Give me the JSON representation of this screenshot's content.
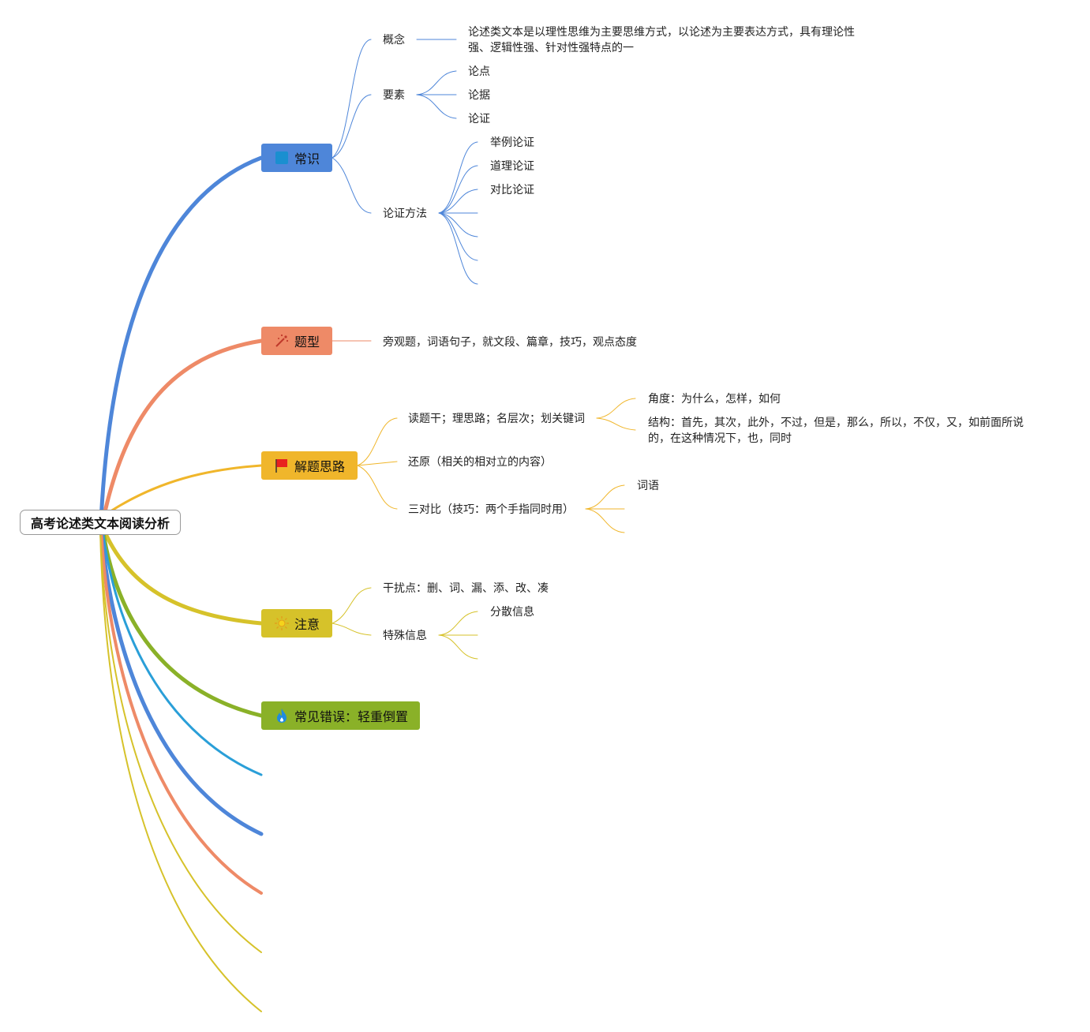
{
  "root": {
    "label": "高考论述类文本阅读分析"
  },
  "colors": {
    "blue": "#4e86d9",
    "orange": "#ee8a67",
    "yellow": "#f0b62b",
    "olive": "#d6c22a",
    "green": "#8ab128",
    "cyan": "#2a9fd8"
  },
  "topics": {
    "changshi": {
      "label": "常识",
      "icon": "square-icon"
    },
    "tixing": {
      "label": "题型",
      "icon": "sparkle-icon"
    },
    "jieti": {
      "label": "解题思路",
      "icon": "flag-icon"
    },
    "zhuyi": {
      "label": "注意",
      "icon": "sun-icon"
    },
    "cuowu": {
      "label": "常见错误：轻重倒置",
      "icon": "flame-icon"
    }
  },
  "changshi": {
    "gainian": {
      "label": "概念",
      "detail": "论述类文本是以理性思维为主要思维方式，以论述为主要表达方式，具有理论性强、逻辑性强、针对性强特点的一"
    },
    "yaosu": {
      "label": "要素",
      "items": [
        "论点",
        "论据",
        "论证"
      ]
    },
    "fangfa": {
      "label": "论证方法",
      "items": [
        "举例论证",
        "道理论证",
        "对比论证"
      ]
    }
  },
  "tixing": {
    "detail": "旁观题，词语句子，就文段、篇章，技巧，观点态度"
  },
  "jieti": {
    "dutigan": {
      "label": "读题干；理思路；名层次；划关键词",
      "jiaodu": "角度：为什么，怎样，如何",
      "jiegou": "结构：首先，其次，此外，不过，但是，那么，所以，不仅，又，如前面所说的，在这种情况下，也，同时"
    },
    "huanyuan": {
      "label": "还原（相关的相对立的内容）"
    },
    "sanduibi": {
      "label": "三对比（技巧：两个手指同时用）",
      "items": [
        "词语"
      ]
    }
  },
  "zhuyi": {
    "ganrao": {
      "label": "干扰点：删、词、漏、添、改、凑"
    },
    "teshu": {
      "label": "特殊信息",
      "items": [
        "分散信息"
      ]
    }
  }
}
